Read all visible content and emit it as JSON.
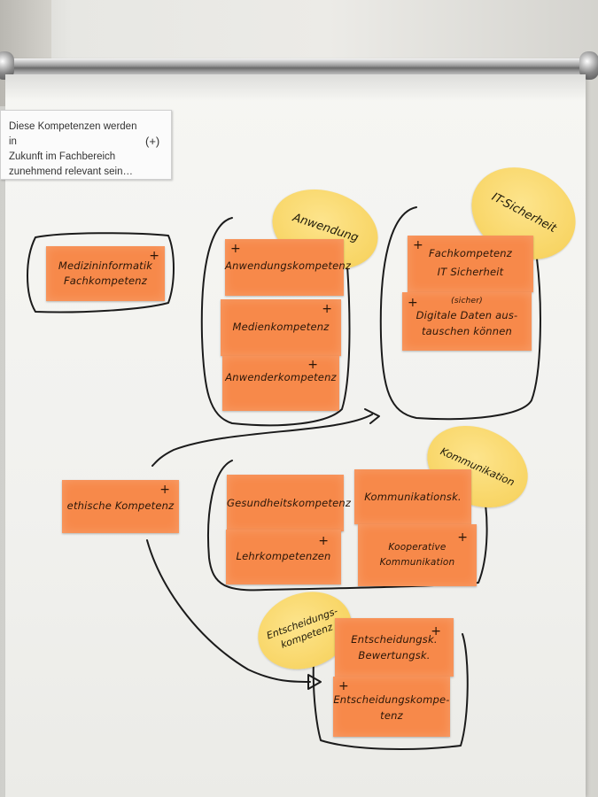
{
  "header_card": {
    "lines": [
      "Diese Kompetenzen werden in",
      "Zukunft im Fachbereich",
      "zunehmend relevant sein…"
    ],
    "marker": "(+)"
  },
  "ovals": {
    "anwendung": "Anwendung",
    "it_sicherheit": "IT-Sicherheit",
    "kommunikation": "Kommunikation",
    "entscheidung": [
      "Entscheidungs-",
      "kompetenz"
    ]
  },
  "notes": {
    "medizininformatik": [
      "Medizininformatik",
      "Fachkompetenz"
    ],
    "anwendungskompetenz": [
      "Anwendungskompetenz"
    ],
    "medienkompetenz": [
      "Medienkompetenz"
    ],
    "anwenderkompetenz": [
      "Anwenderkompetenz"
    ],
    "fachkompetenz_it": [
      "Fachkompetenz",
      "IT Sicherheit"
    ],
    "digitale_daten": [
      "(sicher)",
      "Digitale Daten aus-",
      "tauschen können"
    ],
    "ethische": [
      "ethische Kompetenz"
    ],
    "gesundheits": [
      "Gesundheitskompetenz"
    ],
    "lehr": [
      "Lehrkompetenzen"
    ],
    "kommunikations": [
      "Kommunikationsk."
    ],
    "kooperative": [
      "Kooperative",
      "Kommunikation"
    ],
    "entscheidungsk": [
      "Entscheidungsk.",
      "Bewertungsk."
    ],
    "entscheidungskompetenz": [
      "Entscheidungskompe-",
      "tenz"
    ]
  },
  "plus_sign": "+"
}
